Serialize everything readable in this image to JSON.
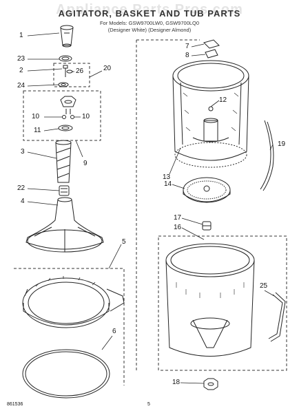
{
  "header": {
    "title": "AGITATOR, BASKET AND TUB PARTS",
    "watermark": "Appliance Parts Pros.com",
    "model_line": "For Models: GSW9700LW0, GSW9700LQ0",
    "variant_line": "(Designer White)   (Designer Almond)"
  },
  "callouts": [
    "1",
    "23",
    "2",
    "26",
    "24",
    "20",
    "10",
    "10",
    "11",
    "9",
    "3",
    "22",
    "4",
    "5",
    "6",
    "7",
    "8",
    "12",
    "13",
    "14",
    "19",
    "17",
    "16",
    "25",
    "18"
  ],
  "footer": {
    "code": "861536",
    "page": "5"
  },
  "colors": {
    "line": "#222222",
    "dash": "#333333",
    "watermark": "#e4e4e4"
  }
}
